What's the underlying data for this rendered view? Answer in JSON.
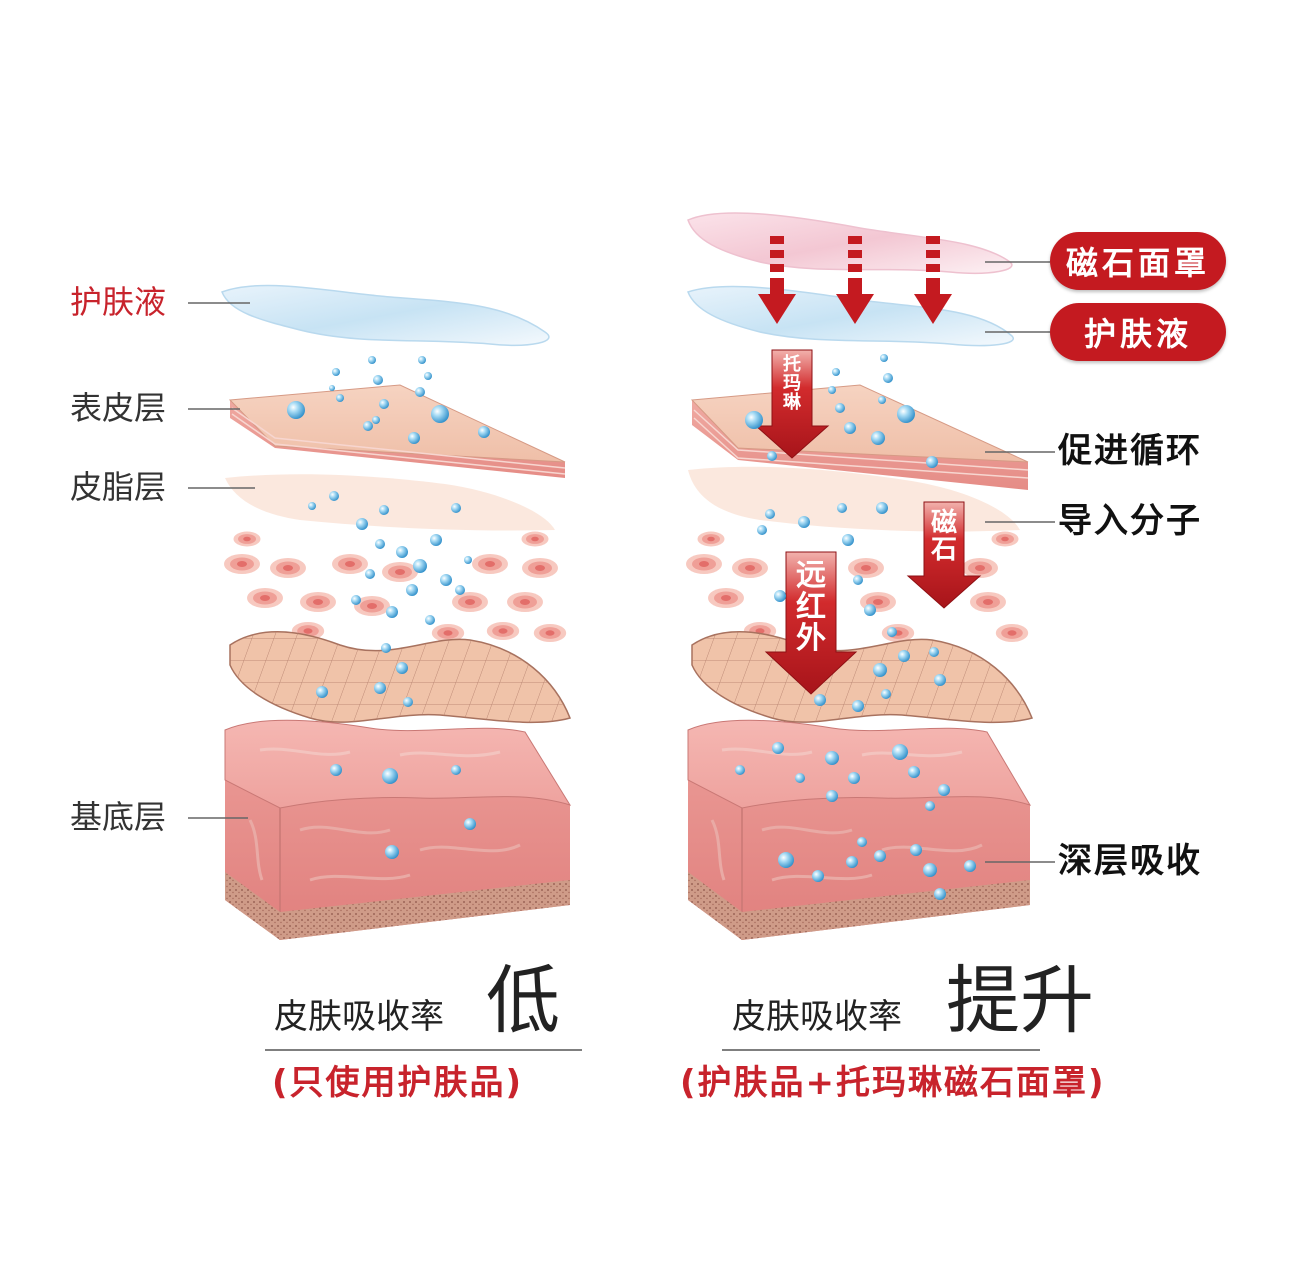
{
  "left": {
    "labels": {
      "serum": "护肤液",
      "epidermis": "表皮层",
      "sebum": "皮脂层",
      "basal": "基底层"
    },
    "caption": "皮肤吸收率",
    "caption_big": "低",
    "subcaption": "(只使用护肤品)"
  },
  "right": {
    "pills": {
      "mask": "磁石面罩",
      "serum": "护肤液"
    },
    "labels": {
      "circulation": "促进循环",
      "molecules": "导入分子",
      "deep": "深层吸收"
    },
    "arrows": {
      "tourmaline": "托\n玛\n琳",
      "magnet": "磁\n石",
      "far_infrared": "远\n红\n外"
    },
    "caption": "皮肤吸收率",
    "caption_big": "提升",
    "subcaption": "(护肤品+托玛琳磁石面罩)"
  },
  "colors": {
    "accent_red": "#c41a20",
    "skin_top": "#f2c6b0",
    "skin_side": "#e99a94",
    "bubble": "#5fb6e3"
  }
}
